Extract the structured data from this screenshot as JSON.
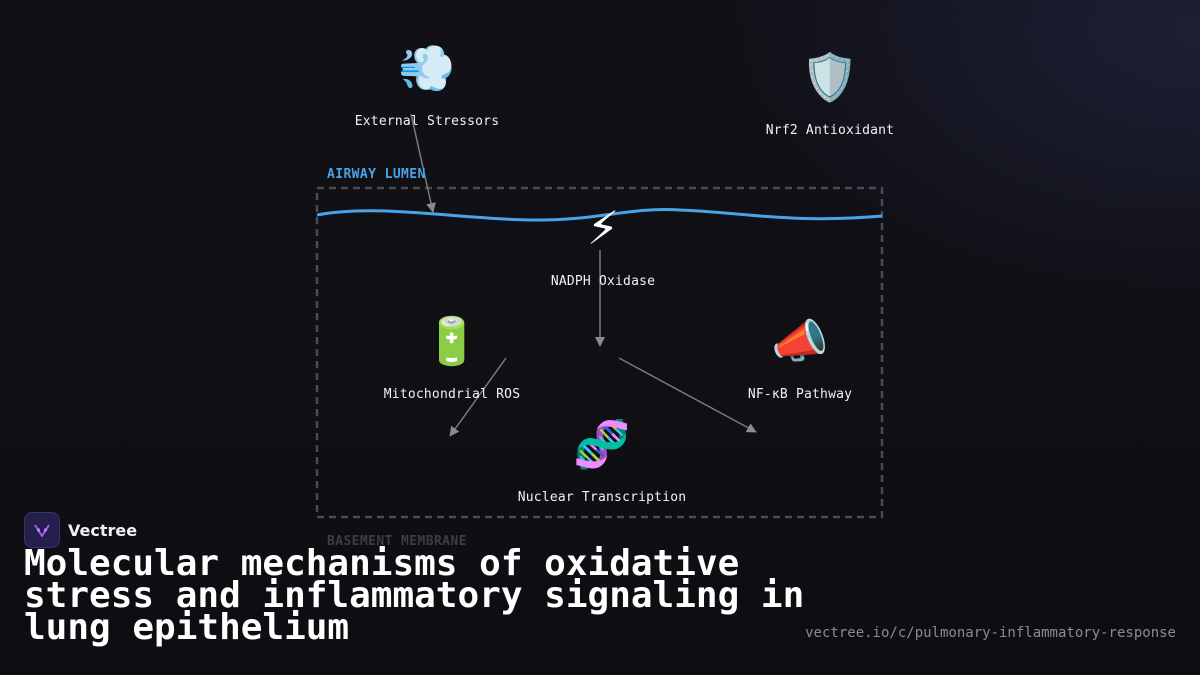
{
  "brand": {
    "name": "Vectree",
    "accent": "#a855f7"
  },
  "title": "Molecular mechanisms of oxidative stress and inflammatory signaling in lung epithelium",
  "url": "vectree.io/c/pulmonary-inflammatory-response",
  "zones": {
    "top_label": "AIRWAY LUMEN",
    "bottom_label": "BASEMENT MEMBRANE",
    "membrane_color": "#4aa3e8"
  },
  "nodes": {
    "external_stressors": {
      "icon": "💨",
      "icon_name": "wind-icon",
      "label": "External Stressors"
    },
    "nrf2": {
      "icon": "🛡️",
      "icon_name": "shield-icon",
      "label": "Nrf2 Antioxidant"
    },
    "nadph": {
      "icon": "⚡",
      "icon_name": "lightning-icon",
      "label": "NADPH Oxidase"
    },
    "mito_ros": {
      "icon": "🔋",
      "icon_name": "battery-icon",
      "label": "Mitochondrial ROS"
    },
    "nfkb": {
      "icon": "📣",
      "icon_name": "megaphone-icon",
      "label": "NF-κB Pathway"
    },
    "nuclear": {
      "icon": "🧬",
      "icon_name": "dna-icon",
      "label": "Nuclear Transcription"
    }
  }
}
